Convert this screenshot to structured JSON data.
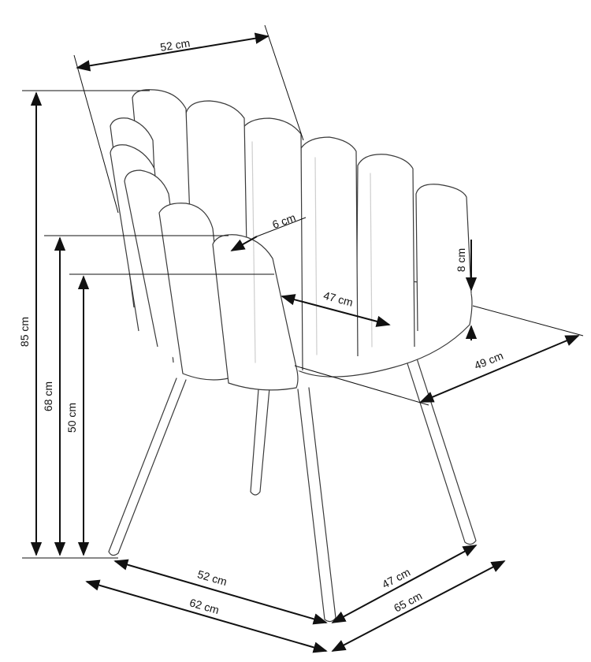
{
  "dimensions": {
    "top_width": "52 cm",
    "total_height": "85 cm",
    "armrest_height": "68 cm",
    "seat_height": "50 cm",
    "armrest_width": "6 cm",
    "seat_depth": "47 cm",
    "seat_thickness": "8 cm",
    "side_depth": "49 cm",
    "base_front_width": "52 cm",
    "base_total_width": "62 cm",
    "base_side_depth": "47 cm",
    "base_total_depth": "65 cm"
  },
  "colors": {
    "line": "#111111",
    "outline": "#3a3a3a"
  }
}
